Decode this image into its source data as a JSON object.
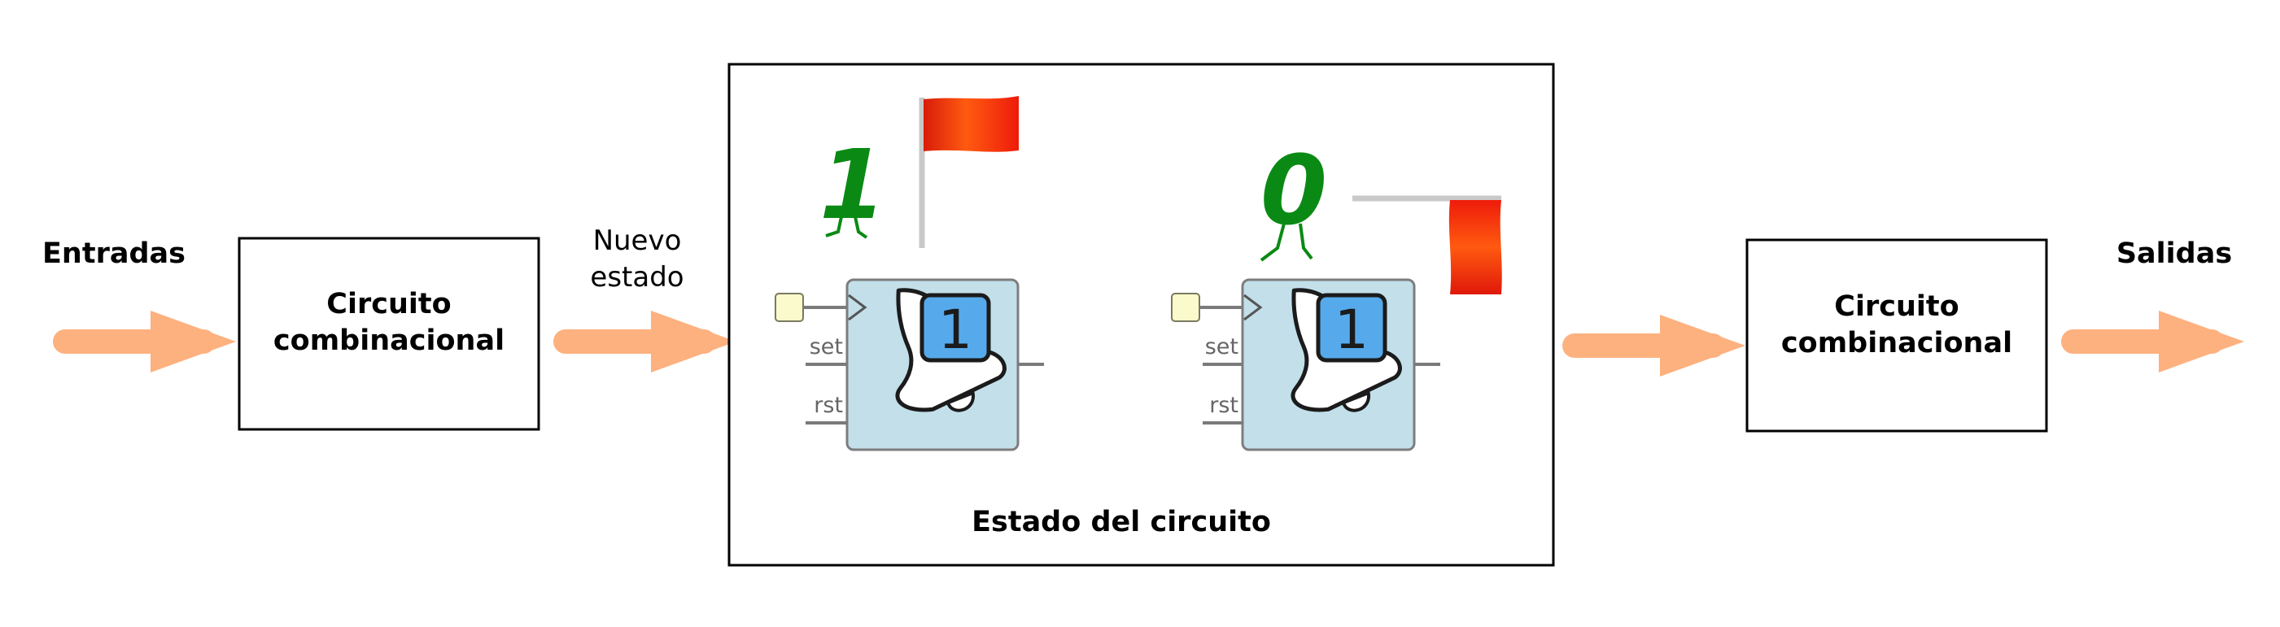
{
  "labels": {
    "inputs": "Entradas",
    "outputs": "Salidas",
    "new_state_line1": "Nuevo",
    "new_state_line2": "estado",
    "state_box": "Estado del circuito"
  },
  "blocks": {
    "left": {
      "line1": "Circuito",
      "line2": "combinacional"
    },
    "right": {
      "line1": "Circuito",
      "line2": "combinacional"
    }
  },
  "flipflops": [
    {
      "set_label": "set",
      "rst_label": "rst",
      "badge": "1",
      "bit": "1",
      "flag": "raised"
    },
    {
      "set_label": "set",
      "rst_label": "rst",
      "badge": "1",
      "bit": "0",
      "flag": "lowered"
    }
  ],
  "colors": {
    "arrow": "#fdb17f",
    "flipflop_body": "#c2dfea",
    "badge": "#56aaeb",
    "bit_green": "#0a8a14",
    "flag_red": "#ee2a0c",
    "clock_input": "#fafacd"
  },
  "icons": [
    "arrow-icon",
    "bell-icon",
    "flag-icon",
    "clock-triangle-icon"
  ]
}
